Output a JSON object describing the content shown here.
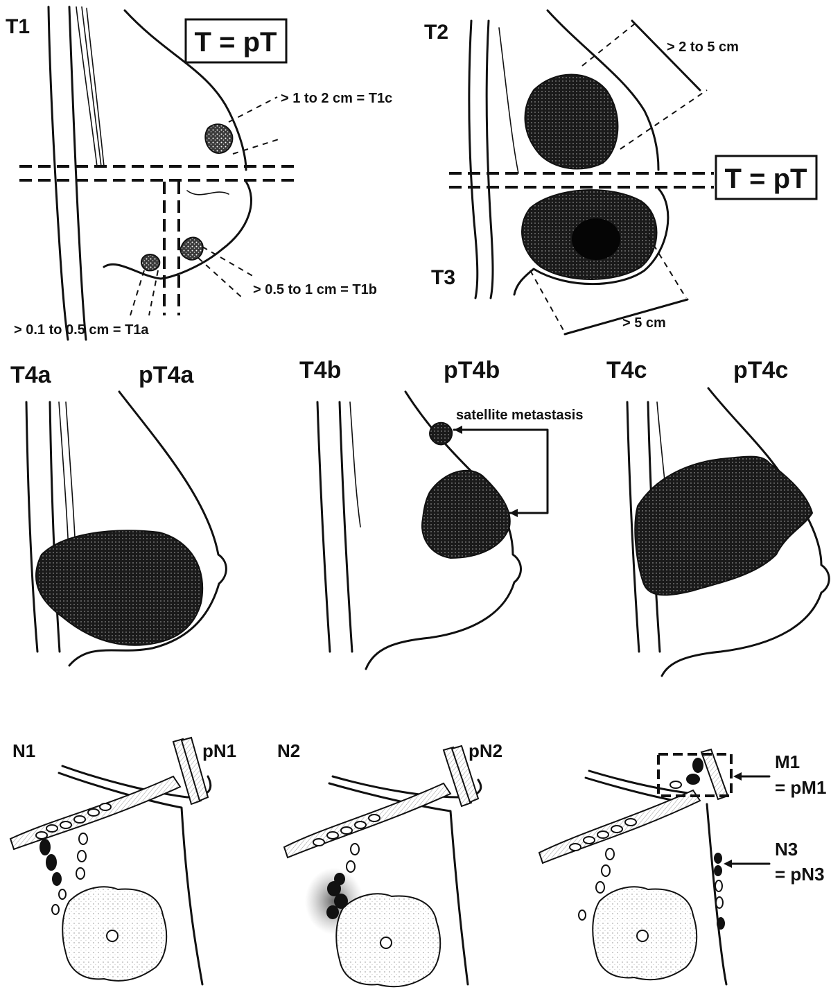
{
  "panels": {
    "t1": {
      "label": "T1",
      "box": "T = pT",
      "c": "> 1 to 2 cm = T1c",
      "b": "> 0.5 to 1 cm = T1b",
      "a": "> 0.1 to 0.5 cm = T1a"
    },
    "t23": {
      "t2": "T2",
      "t3": "T3",
      "box": "T = pT",
      "t2_size": "> 2 to 5 cm",
      "t3_size": "> 5 cm"
    },
    "t4a": {
      "clinical": "T4a",
      "path": "pT4a"
    },
    "t4b": {
      "clinical": "T4b",
      "path": "pT4b",
      "note": "satellite metastasis"
    },
    "t4c": {
      "clinical": "T4c",
      "path": "pT4c"
    },
    "n1": {
      "clinical": "N1",
      "path": "pN1"
    },
    "n2": {
      "clinical": "N2",
      "path": "pN2"
    },
    "m": {
      "m1": "M1",
      "pm1": "= pM1",
      "n3": "N3",
      "pn3": "= pN3"
    }
  },
  "icons": {
    "tumor": "stippled-mass-icon",
    "gland": "breast-gland-icon",
    "lymph_node": "lymph-node-icon"
  }
}
